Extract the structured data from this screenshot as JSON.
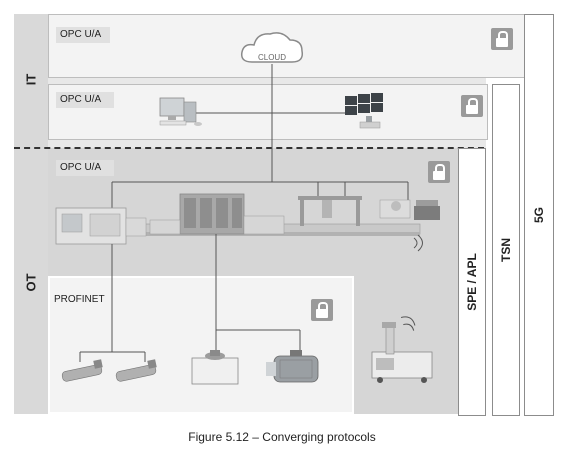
{
  "zones": {
    "it": "IT",
    "ot": "OT",
    "spe_apl": "SPE / APL",
    "tsn": "TSN",
    "g5": "5G"
  },
  "layers": {
    "opcua_cloud": "OPC U/A",
    "opcua_it": "OPC U/A",
    "opcua_ot": "OPC U/A",
    "profinet": "PROFINET"
  },
  "cloud_label": "CLOUD",
  "caption": "Figure 5.12 – Converging protocols",
  "colors": {
    "zone_bg": "#d9d9d9",
    "panel_bg": "#f0f0f0",
    "ot_bg": "#d4d4d4",
    "border": "#8c8c8c",
    "lock": "#9a9a9a"
  }
}
